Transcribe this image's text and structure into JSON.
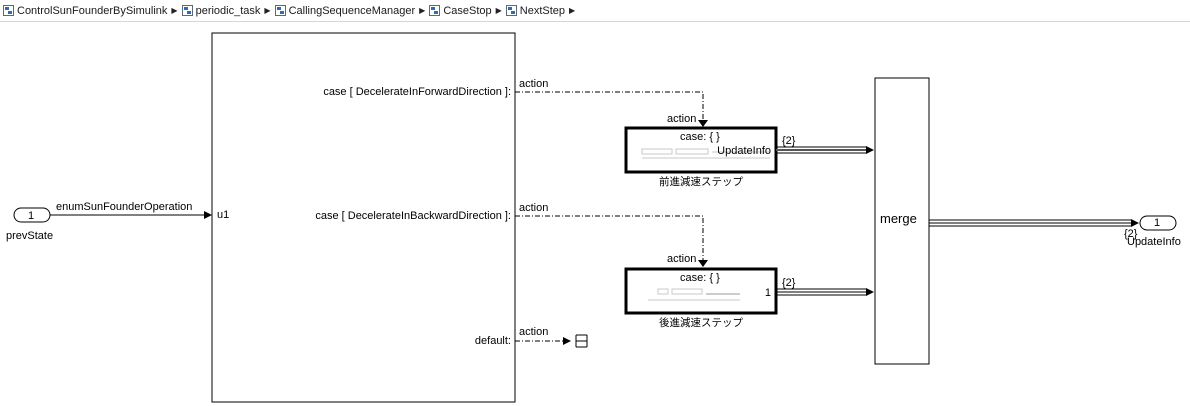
{
  "breadcrumb": {
    "items": [
      {
        "label": "ControlSunFounderBySimulink"
      },
      {
        "label": "periodic_task"
      },
      {
        "label": "CallingSequenceManager"
      },
      {
        "label": "CaseStop"
      },
      {
        "label": "NextStep"
      }
    ]
  },
  "diagram": {
    "inport": {
      "number": "1",
      "name": "prevState",
      "signal": "enumSunFounderOperation"
    },
    "switch_case": {
      "input_port": "u1",
      "case1": "case [ DecelerateInForwardDirection ]:",
      "case2": "case [ DecelerateInBackwardDirection ]:",
      "default": "default:"
    },
    "action_label": "action",
    "subsystem1": {
      "header": "case: { }",
      "output": "UpdateInfo",
      "name": "前進減速ステップ",
      "signal_dim": "{2}"
    },
    "subsystem2": {
      "header": "case: { }",
      "output": "1",
      "name": "後進減速ステップ",
      "signal_dim": "{2}"
    },
    "merge": {
      "label": "merge"
    },
    "outport": {
      "number": "1",
      "name": "UpdateInfo",
      "signal_dim": "{2}"
    }
  }
}
